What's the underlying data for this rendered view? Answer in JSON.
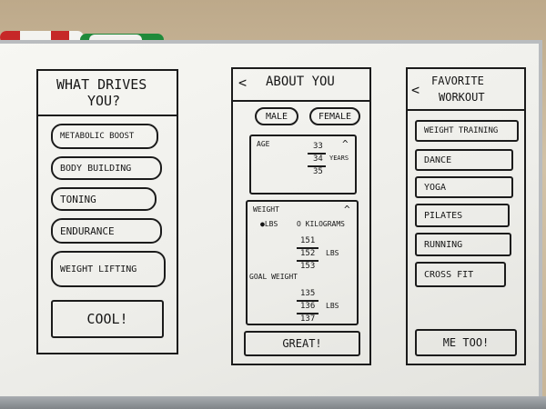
{
  "screens": {
    "drives": {
      "title_line1": "WHAT DRIVES",
      "title_line2": "YOU?",
      "options": [
        "METABOLIC BOOST",
        "BODY BUILDING",
        "TONING",
        "ENDURANCE",
        "WEIGHT LIFTING"
      ],
      "cta": "COOL!"
    },
    "about": {
      "back": "<",
      "title": "ABOUT YOU",
      "male": "MALE",
      "female": "FEMALE",
      "age_label": "AGE",
      "age_values": [
        "33",
        "34",
        "35"
      ],
      "age_unit": "YEARS",
      "weight_label": "WEIGHT",
      "unit_lbs": "●LBS",
      "unit_kg": "O KILOGRAMS",
      "weight_values": [
        "151",
        "152",
        "153"
      ],
      "weight_unit": "LBS",
      "goal_label": "GOAL WEIGHT",
      "goal_values": [
        "135",
        "136",
        "137"
      ],
      "goal_unit": "LBS",
      "collapse": "^",
      "cta": "GREAT!"
    },
    "workout": {
      "back": "<",
      "title_line1": "FAVORITE",
      "title_line2": "WORKOUT",
      "options": [
        "WEIGHT TRAINING",
        "DANCE",
        "YOGA",
        "PILATES",
        "RUNNING",
        "CROSS FIT"
      ],
      "cta": "ME TOO!"
    }
  }
}
